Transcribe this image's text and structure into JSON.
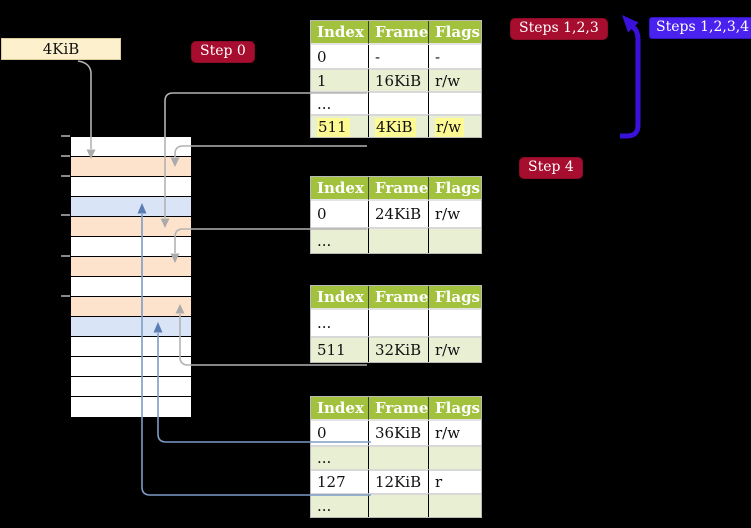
{
  "diagram": {
    "title_hint": "page-table walk diagram",
    "page_size_label": {
      "text": "4KiB"
    },
    "badges": {
      "step0": {
        "label": "Step 0",
        "color": "#a60d2e"
      },
      "steps123": {
        "label": "Steps 1,2,3",
        "color": "#a60d2e"
      },
      "steps1234": {
        "label": "Steps 1,2,3,4",
        "color": "#4a22f0"
      },
      "step4": {
        "label": "Step 4",
        "color": "#a60d2e"
      }
    },
    "memory_strip": {
      "rows": [
        "white",
        "peach",
        "white",
        "blue",
        "peach",
        "white",
        "peach",
        "white",
        "peach",
        "blue",
        "white",
        "white",
        "white",
        "white"
      ],
      "ticks_y": [
        136,
        156,
        176,
        215,
        256,
        296
      ]
    },
    "page_tables": [
      {
        "id": "pt1",
        "columns": [
          "Index",
          "Frame",
          "Flags"
        ],
        "rows": [
          {
            "index": "0",
            "frame": "-",
            "flags": "-",
            "shaded": false,
            "highlighted": false
          },
          {
            "index": "1",
            "frame": "16KiB",
            "flags": "r/w",
            "shaded": true,
            "highlighted": false
          },
          {
            "index": "...",
            "frame": "",
            "flags": "",
            "shaded": false,
            "highlighted": false
          },
          {
            "index": "511",
            "frame": "4KiB",
            "flags": "r/w",
            "shaded": true,
            "highlighted": true
          }
        ]
      },
      {
        "id": "pt2",
        "columns": [
          "Index",
          "Frame",
          "Flags"
        ],
        "rows": [
          {
            "index": "0",
            "frame": "24KiB",
            "flags": "r/w",
            "shaded": false,
            "highlighted": false
          },
          {
            "index": "...",
            "frame": "",
            "flags": "",
            "shaded": true,
            "highlighted": false
          }
        ]
      },
      {
        "id": "pt3",
        "columns": [
          "Index",
          "Frame",
          "Flags"
        ],
        "rows": [
          {
            "index": "...",
            "frame": "",
            "flags": "",
            "shaded": false,
            "highlighted": false
          },
          {
            "index": "511",
            "frame": "32KiB",
            "flags": "r/w",
            "shaded": true,
            "highlighted": false
          }
        ]
      },
      {
        "id": "pt4",
        "columns": [
          "Index",
          "Frame",
          "Flags"
        ],
        "rows": [
          {
            "index": "0",
            "frame": "36KiB",
            "flags": "r/w",
            "shaded": false,
            "highlighted": false
          },
          {
            "index": "...",
            "frame": "",
            "flags": "",
            "shaded": true,
            "highlighted": false
          },
          {
            "index": "127",
            "frame": "12KiB",
            "flags": "r",
            "shaded": false,
            "highlighted": false
          },
          {
            "index": "...",
            "frame": "",
            "flags": "",
            "shaded": true,
            "highlighted": false
          }
        ]
      }
    ],
    "colors": {
      "header_green": "#a2c13d",
      "row_green": "#e9efd3",
      "frame_peach": "#fde3cc",
      "frame_blue": "#d9e5f6",
      "yellow_highlight": "#fdf993",
      "badge_red": "#a60d2e",
      "badge_blue": "#4a22f0",
      "arrow_gray": "#b3b3b3",
      "arrow_steel_blue": "#7e9bc8",
      "arrow_thick_blue": "#3a11da",
      "label_cream": "#fcf0cd"
    }
  }
}
